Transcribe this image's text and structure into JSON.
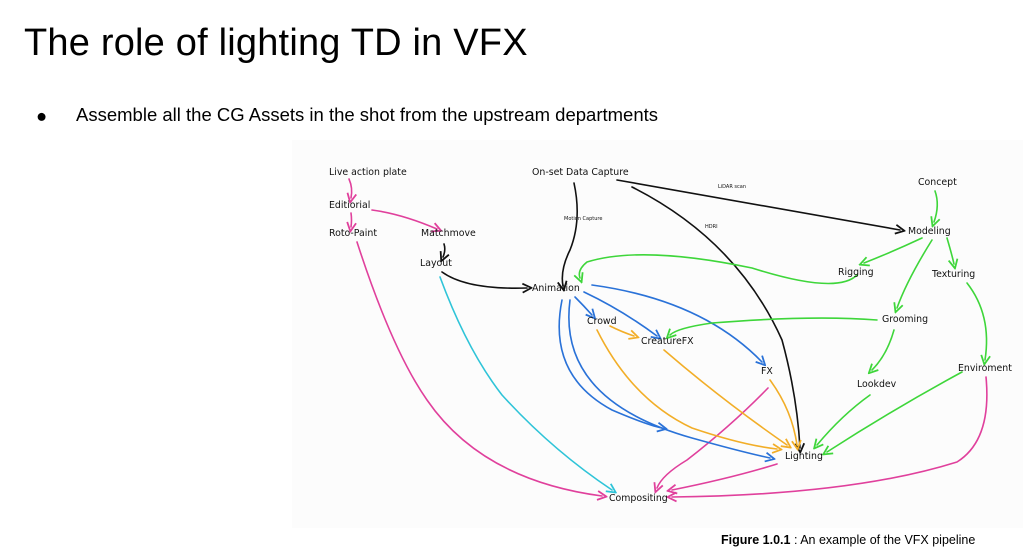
{
  "slide": {
    "title": "The role of lighting TD in VFX",
    "bullet": "Assemble all the CG Assets in the shot from the upstream departments"
  },
  "diagram": {
    "nodes": {
      "live_action_plate": "Live action plate",
      "editorial": "Editiorial",
      "roto_paint": "Roto-Paint",
      "matchmove": "Matchmove",
      "layout": "Layout",
      "onset_capture": "On-set Data Capture",
      "animation": "Animation",
      "crowd": "Crowd",
      "creaturefx": "CreatureFX",
      "fx": "FX",
      "lighting": "Lighting",
      "compositing": "Compositing",
      "concept": "Concept",
      "modeling": "Modeling",
      "rigging": "Rigging",
      "texturing": "Texturing",
      "grooming": "Grooming",
      "lookdev": "Lookdev",
      "environment": "Enviroment"
    },
    "edge_labels": {
      "lidar": "LiDAR scan",
      "motion_capture": "Motion Capture",
      "hdri": "HDRI"
    },
    "colors": {
      "editorial": "#e0409c",
      "layout": "#2fc4d8",
      "animation": "#2a72d8",
      "creature": "#f2ae28",
      "assets": "#3ed63a",
      "capture": "#111111"
    }
  },
  "caption": {
    "label": "Figure 1.0.1",
    "text": " : An example of the VFX pipeline"
  }
}
